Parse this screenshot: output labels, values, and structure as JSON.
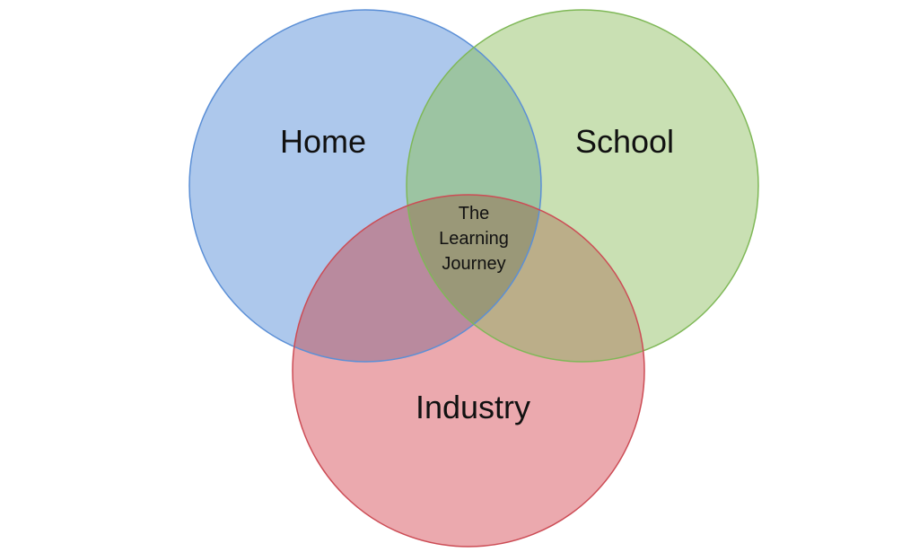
{
  "diagram": {
    "type": "venn",
    "sets": [
      {
        "id": "home",
        "label": "Home",
        "fill": "#adc8ec",
        "stroke": "#5b8fd6"
      },
      {
        "id": "school",
        "label": "School",
        "fill": "#c9e0b3",
        "stroke": "#7fb857"
      },
      {
        "id": "industry",
        "label": "Industry",
        "fill": "#eba9ae",
        "stroke": "#cc4c55"
      }
    ],
    "intersections": {
      "home_school": "#9cc4a2",
      "home_industry": "#b98a9e",
      "school_industry": "#bbae89",
      "all": "#9a9878"
    },
    "center_label": [
      "The",
      "Learning",
      "Journey"
    ]
  }
}
